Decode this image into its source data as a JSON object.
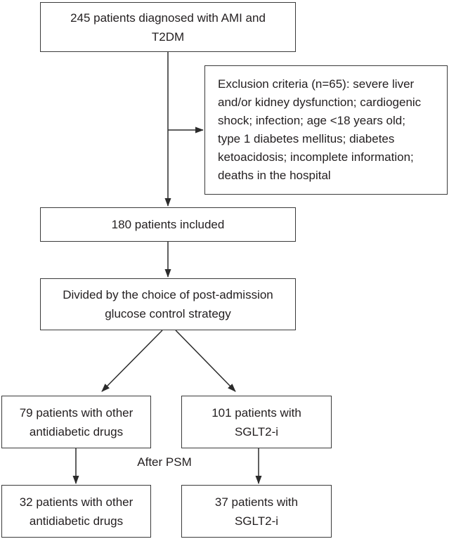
{
  "figure": {
    "type": "patient-flow-diagram",
    "colors": {
      "background": "#ffffff",
      "box_border": "#3a3a3a",
      "arrow_line": "#2b2b2b",
      "text": "#231f20"
    },
    "nodes": {
      "initial": {
        "text": "245 patients diagnosed with AMI and T2DM",
        "lines": [
          "245 patients diagnosed with AMI and",
          "T2DM"
        ]
      },
      "exclusion": {
        "text": "Exclusion criteria (n=65): severe liver and/or kidney dysfunction; cardiogenic shock; infection; age <18 years old; type 1 diabetes mellitus; diabetes ketoacidosis; incomplete information; deaths in the hospital",
        "lines": [
          "Exclusion criteria (n=65): severe liver",
          "and/or kidney dysfunction; cardiogenic",
          "shock; infection; age <18 years old;",
          "type 1 diabetes mellitus; diabetes",
          "ketoacidosis; incomplete information;",
          "deaths in the hospital"
        ]
      },
      "included": {
        "text": "180 patients included",
        "lines": [
          "180 patients included"
        ]
      },
      "divided": {
        "text": "Divided by the choice of post-admission glucose control strategy",
        "lines": [
          "Divided by the choice of post-admission",
          "glucose control strategy"
        ]
      },
      "other_pre_psm": {
        "text": "79 patients with other antidiabetic drugs",
        "lines": [
          "79 patients with other",
          "antidiabetic drugs"
        ]
      },
      "sglt2i_pre_psm": {
        "text": "101 patients with SGLT2-i",
        "lines": [
          "101 patients with",
          "SGLT2-i"
        ]
      },
      "after_psm": {
        "text": "After PSM"
      },
      "other_post_psm": {
        "text": "32 patients with other antidiabetic drugs",
        "lines": [
          "32 patients with other",
          "antidiabetic drugs"
        ]
      },
      "sglt2i_post_psm": {
        "text": "37 patients with SGLT2-i",
        "lines": [
          "37 patients with",
          "SGLT2-i"
        ]
      }
    }
  }
}
